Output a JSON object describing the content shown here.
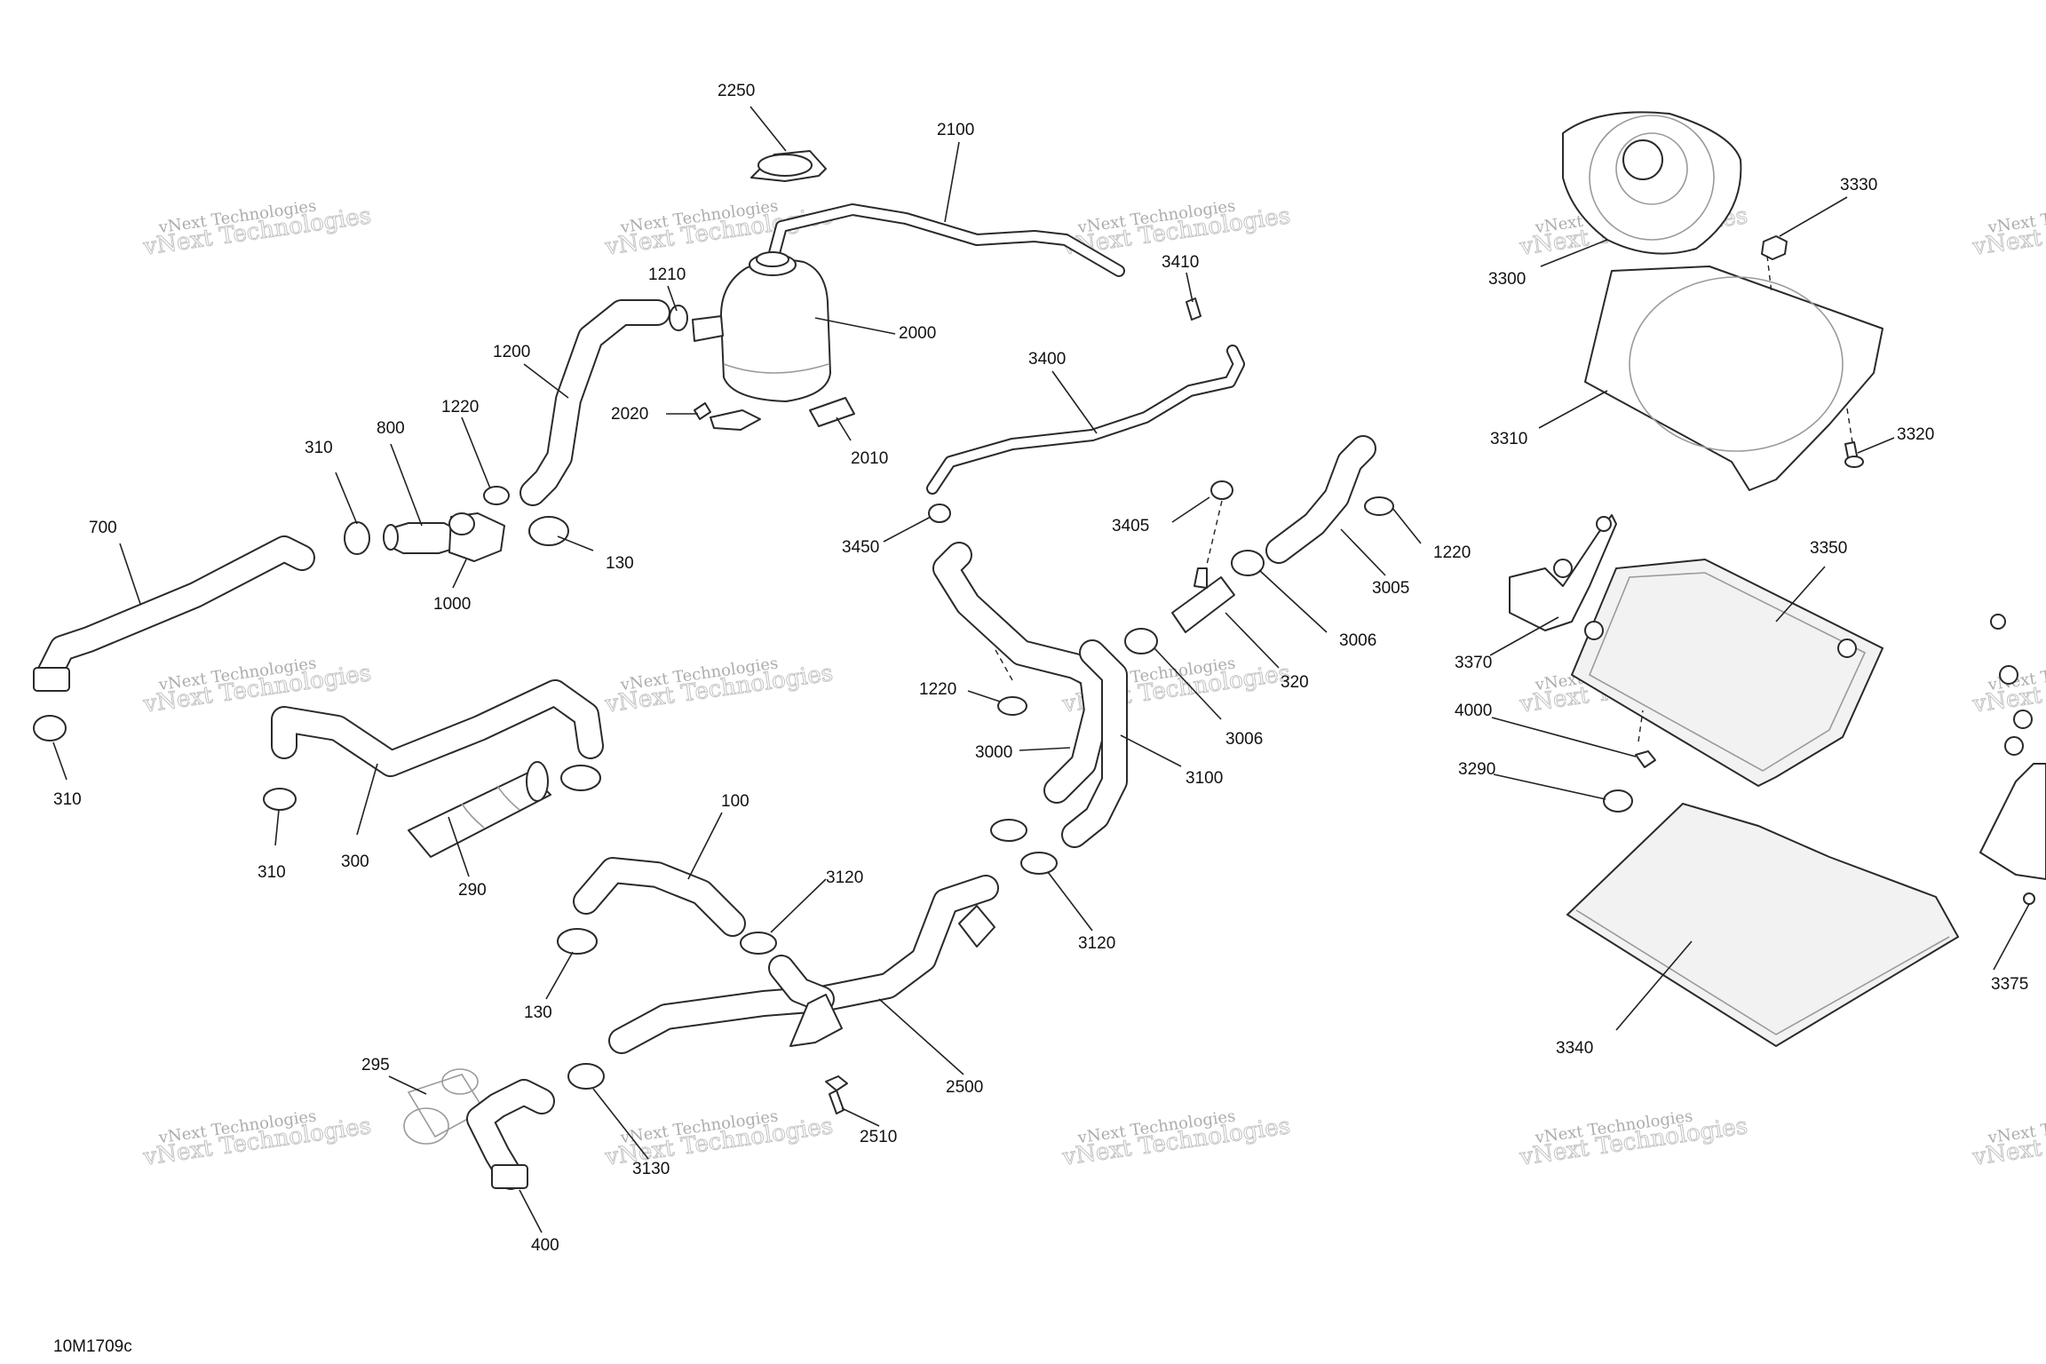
{
  "diagram_code": "10M1709c",
  "watermark": {
    "line_small": "vNext Technologies",
    "line_big": "vNext Technologies"
  },
  "labels": {
    "l2250": "2250",
    "l2100": "2100",
    "l1210": "1210",
    "l2000": "2000",
    "l1200": "1200",
    "l2020": "2020",
    "l2010": "2010",
    "l3410": "3410",
    "l3400": "3400",
    "l310a": "310",
    "l800": "800",
    "l1220a": "1220",
    "l700": "700",
    "l130a": "130",
    "l1000": "1000",
    "l3450": "3450",
    "l3405": "3405",
    "l1220b": "1220",
    "l3005": "3005",
    "l3006a": "3006",
    "l320": "320",
    "l3006b": "3006",
    "l1220c": "1220",
    "l3000": "3000",
    "l3100": "3100",
    "l310b": "310",
    "l310c": "310",
    "l300": "300",
    "l290": "290",
    "l100": "100",
    "l3120a": "3120",
    "l3120b": "3120",
    "l130b": "130",
    "l2500": "2500",
    "l295": "295",
    "l3130": "3130",
    "l2510": "2510",
    "l400": "400",
    "l3330": "3330",
    "l3300": "3300",
    "l3310": "3310",
    "l3320": "3320",
    "l3350": "3350",
    "l3370": "3370",
    "l4000": "4000",
    "l3290": "3290",
    "l3340": "3340",
    "l3375": "3375"
  }
}
